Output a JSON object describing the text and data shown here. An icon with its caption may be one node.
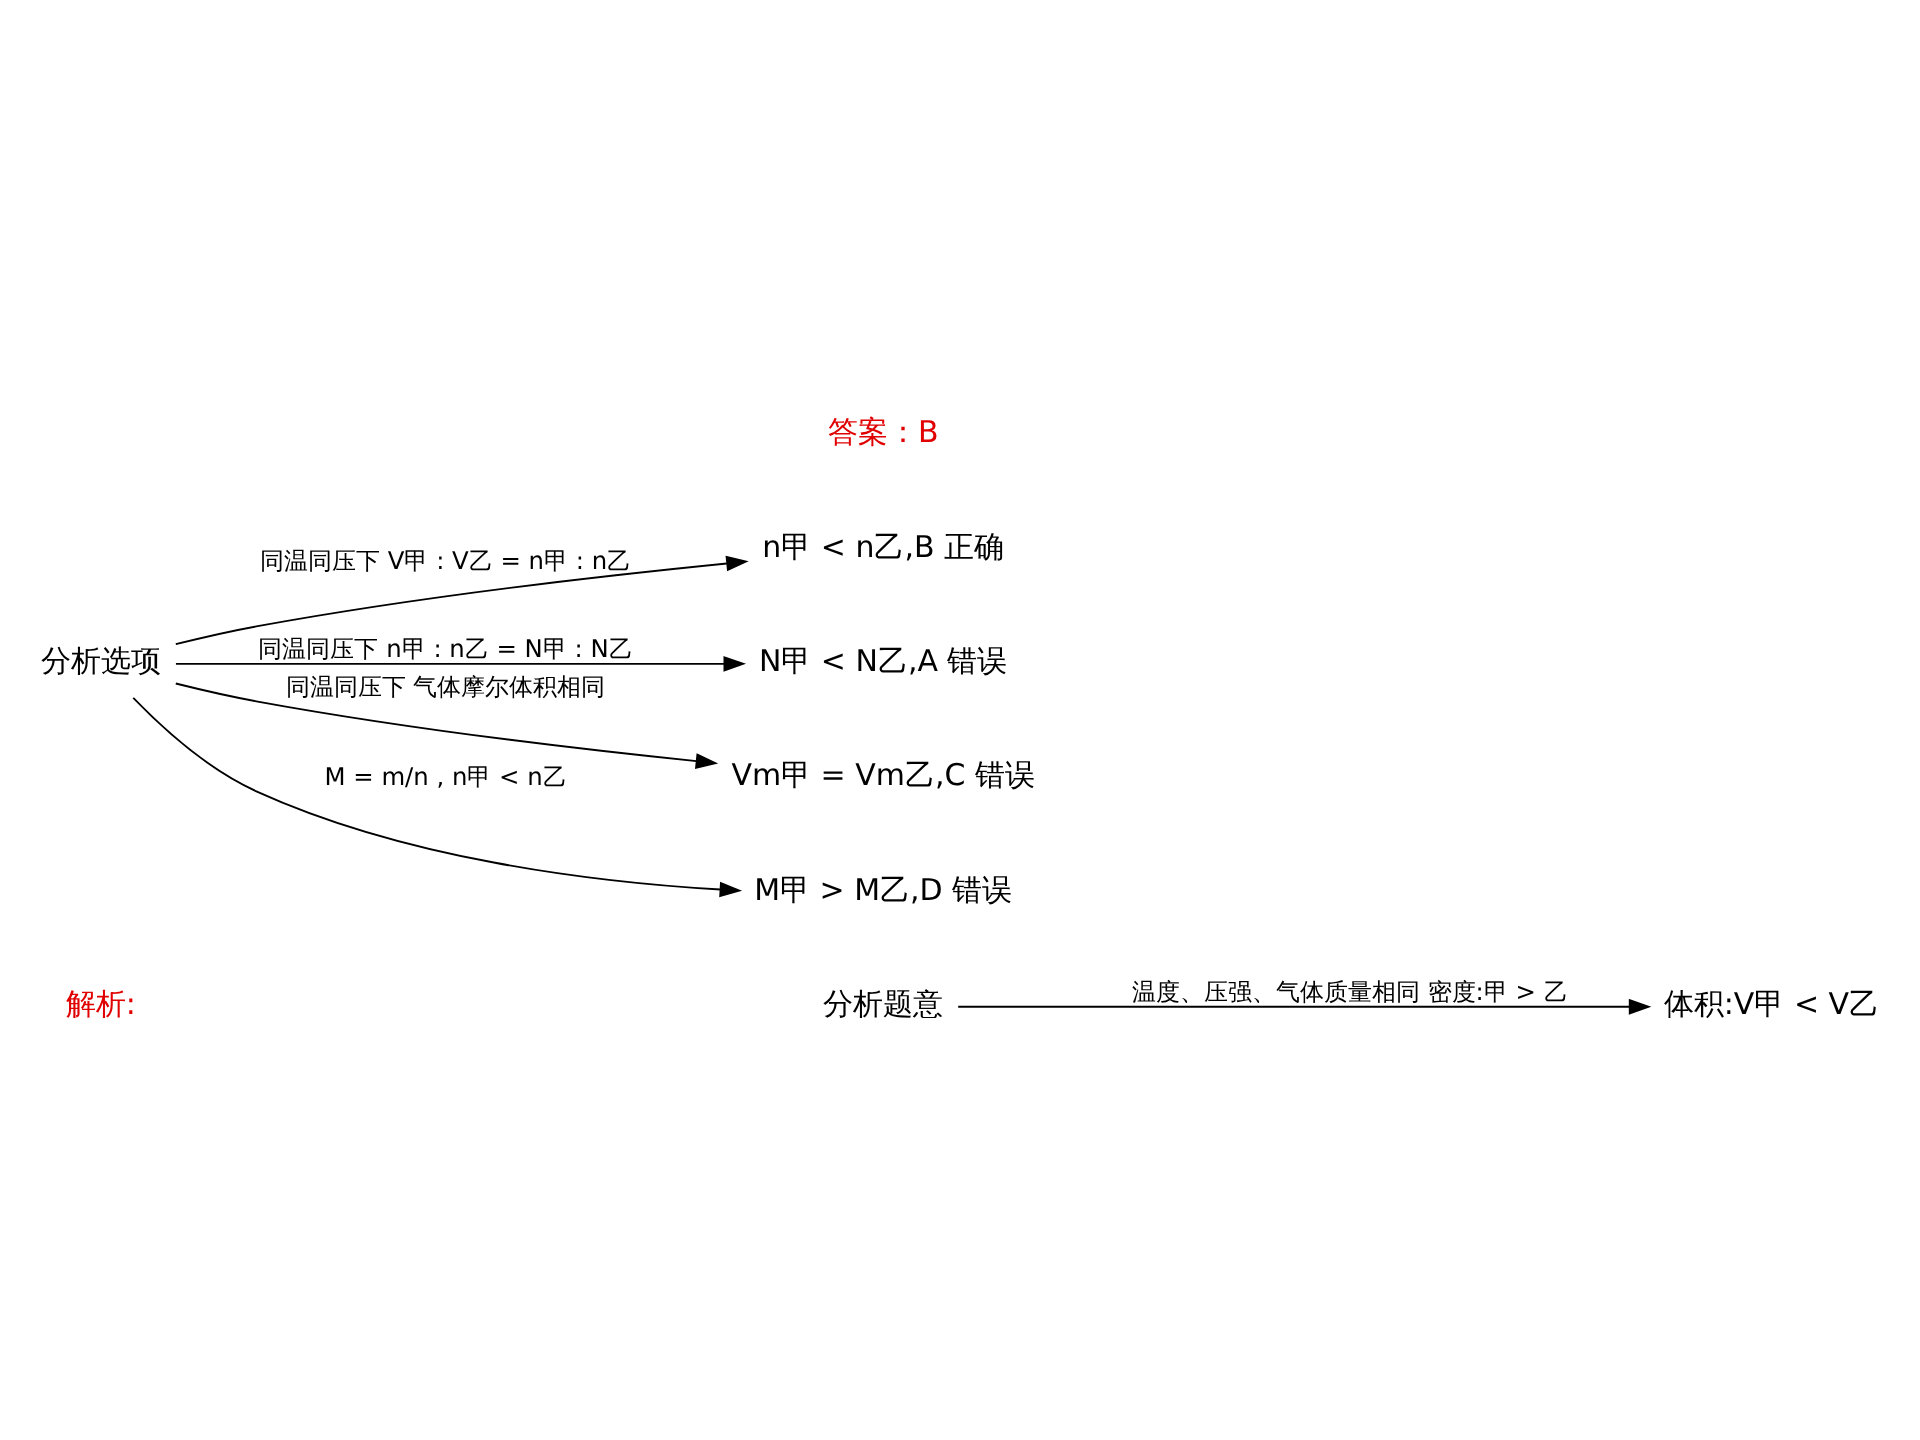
{
  "diagram": {
    "nodes": [
      {
        "text": [
          "分析题意"
        ]
      },
      {
        "text": [
          "体积:V甲 < V乙"
        ]
      },
      {
        "text": [
          "分析选项"
        ]
      },
      {
        "text": [
          "n甲 < n乙,B 正确"
        ]
      },
      {
        "text": [
          "N甲 < N乙,A 错误"
        ]
      },
      {
        "text": [
          "Vm甲 = Vm乙,C 错误"
        ]
      },
      {
        "text": [
          "M甲 > M乙,D 错误"
        ]
      }
    ],
    "edges": [
      {
        "from": 0,
        "to": 1,
        "arrow": "to",
        "label": "温度、压强、气体质量相同 密度:甲 > 乙"
      },
      {
        "from": 2,
        "to": 3,
        "arrow": "to",
        "label": "同温同压下 V甲 : V乙 = n甲 : n乙"
      },
      {
        "from": 2,
        "to": 4,
        "arrow": "to",
        "label": "同温同压下 n甲 : n乙 = N甲 : N乙"
      },
      {
        "from": 2,
        "to": 5,
        "arrow": "to",
        "label": "同温同压下 气体摩尔体积相同"
      },
      {
        "from": 2,
        "to": 6,
        "arrow": "to",
        "label": "M = m/n , n甲 < n乙"
      }
    ],
    "labels": [
      "解析:",
      "答案：B"
    ]
  }
}
